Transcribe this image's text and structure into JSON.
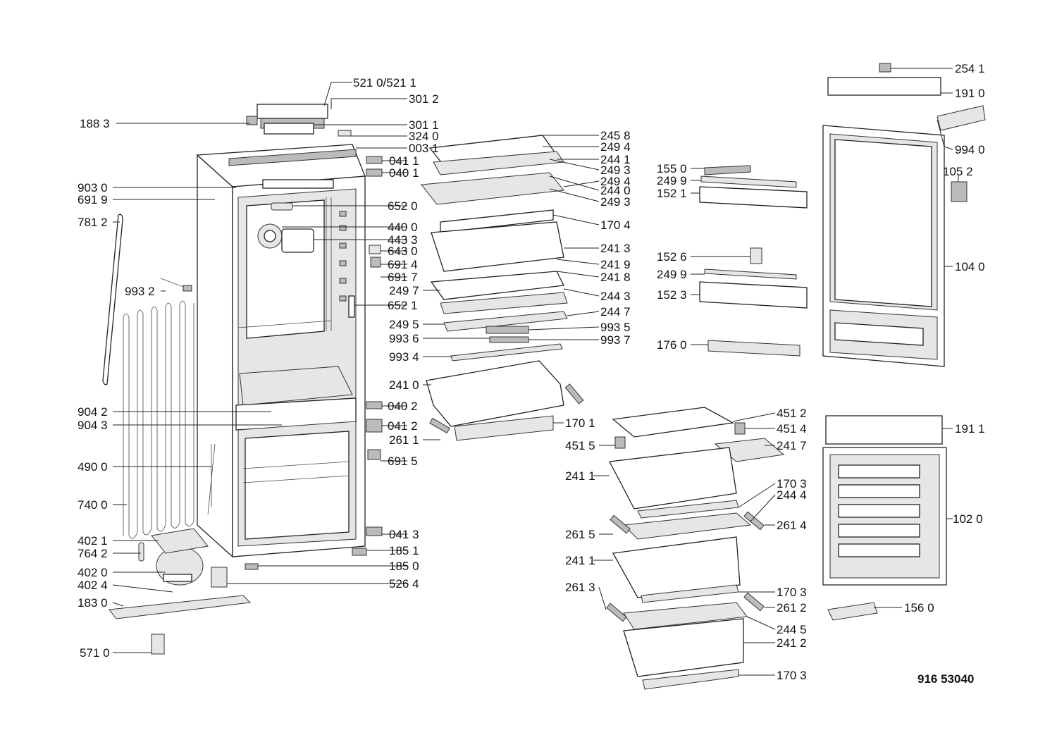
{
  "drawing_number": "916 53040",
  "callouts": {
    "c5210": "521 0/521 1",
    "c3012": "301 2",
    "c1883": "188 3",
    "c3011": "301 1",
    "c3240": "324 0",
    "c0031": "003 1",
    "c0411a": "041 1",
    "c0401": "040 1",
    "c9030": "903 0",
    "c6919": "691 9",
    "c6520": "652 0",
    "c7812": "781 2",
    "c4400": "440 0",
    "c4433": "443 3",
    "c6430": "643 0",
    "c6914": "691 4",
    "c9932": "993 2",
    "c6917": "691 7",
    "c2497": "249 7",
    "c6521": "652 1",
    "c2495": "249 5",
    "c9936": "993 6",
    "c9934": "993 4",
    "c2410": "241 0",
    "c9042": "904 2",
    "c0402": "040 2",
    "c9043": "904 3",
    "c0412": "041 2",
    "c2611": "261 1",
    "c6915": "691 5",
    "c4900": "490 0",
    "c7400": "740 0",
    "c0413": "041 3",
    "c4021": "402 1",
    "c1851": "185 1",
    "c7642": "764 2",
    "c4020": "402 0",
    "c1850": "185 0",
    "c4024": "402 4",
    "c5264": "526 4",
    "c1830": "183 0",
    "c5710": "571 0",
    "c2458": "245 8",
    "c2494a": "249 4",
    "c2441": "244 1",
    "c2493a": "249 3",
    "c2494b": "249 4",
    "c2440": "244 0",
    "c2493b": "249 3",
    "c1704": "170 4",
    "c2413": "241 3",
    "c2419": "241 9",
    "c2418": "241 8",
    "c2443": "244 3",
    "c2447": "244 7",
    "c9935": "993 5",
    "c9937": "993 7",
    "c1701": "170 1",
    "c1550": "155 0",
    "c2499a": "249 9",
    "c1521": "152 1",
    "c1526": "152 6",
    "c2499b": "249 9",
    "c1523": "152 3",
    "c1760": "176 0",
    "c2541": "254 1",
    "c1910": "191 0",
    "c9940": "994 0",
    "c1052": "105 2",
    "c1040": "104 0",
    "c4512": "451 2",
    "c4514": "451 4",
    "c4515": "451 5",
    "c2417": "241 7",
    "c1911": "191 1",
    "c2411a": "241 1",
    "c1703a": "170 3",
    "c2444": "244 4",
    "c2615": "261 5",
    "c2614": "261 4",
    "c1020": "102 0",
    "c2411b": "241 1",
    "c2613": "261 3",
    "c1703b": "170 3",
    "c2612": "261 2",
    "c1560": "156 0",
    "c2445": "244 5",
    "c2412": "241 2",
    "c1703c": "170 3"
  }
}
